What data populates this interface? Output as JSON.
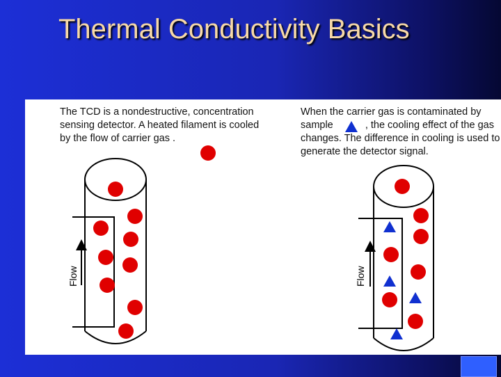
{
  "title": "Thermal Conductivity Basics",
  "left_text": "The TCD is a nondestructive, concentration sensing detector.  A heated filament is cooled by the flow of carrier gas         .",
  "right_text_before": "When the carrier gas is contaminated by sample",
  "right_text_after": ", the cooling effect of the gas changes. The difference in cooling is used to generate the detector signal.",
  "flow_label_left": "Flow",
  "flow_label_right": "Flow",
  "colors": {
    "background": "#1c2fd6",
    "title": "#f7d9a8",
    "carrier_gas": "#e00000",
    "sample": "#1030d0"
  },
  "icons": {
    "carrier_gas": "red-circle",
    "sample": "blue-triangle"
  }
}
